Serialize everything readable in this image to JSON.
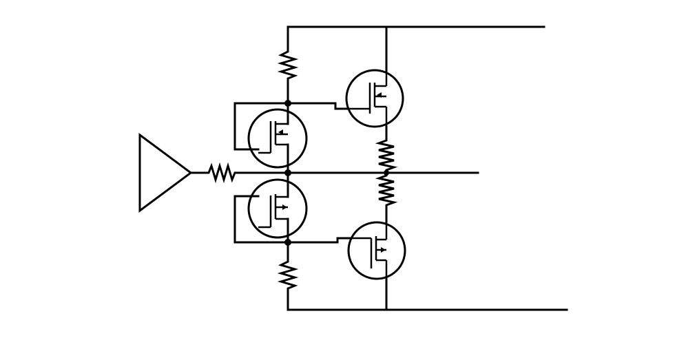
{
  "diagram": {
    "kind": "schematic",
    "stroke_color": "#000000",
    "background_color": "#ffffff",
    "components": {
      "input_buffer": {
        "symbol": "triangle-buffer-icon"
      },
      "input_resistor": {
        "symbol": "resistor-icon"
      },
      "bias_resistor_top": {
        "symbol": "resistor-icon"
      },
      "bias_resistor_bottom": {
        "symbol": "resistor-icon"
      },
      "driver_nmos": {
        "symbol": "mosfet-icon",
        "polarity": "n-channel"
      },
      "driver_pmos": {
        "symbol": "mosfet-icon",
        "polarity": "p-channel"
      },
      "output_nmos_high": {
        "symbol": "mosfet-icon",
        "polarity": "n-channel"
      },
      "output_pmos_low": {
        "symbol": "mosfet-icon",
        "polarity": "p-channel"
      },
      "emitter_resistor_top": {
        "symbol": "resistor-icon"
      },
      "emitter_resistor_bottom": {
        "symbol": "resistor-icon"
      }
    },
    "junction_count": 4
  }
}
